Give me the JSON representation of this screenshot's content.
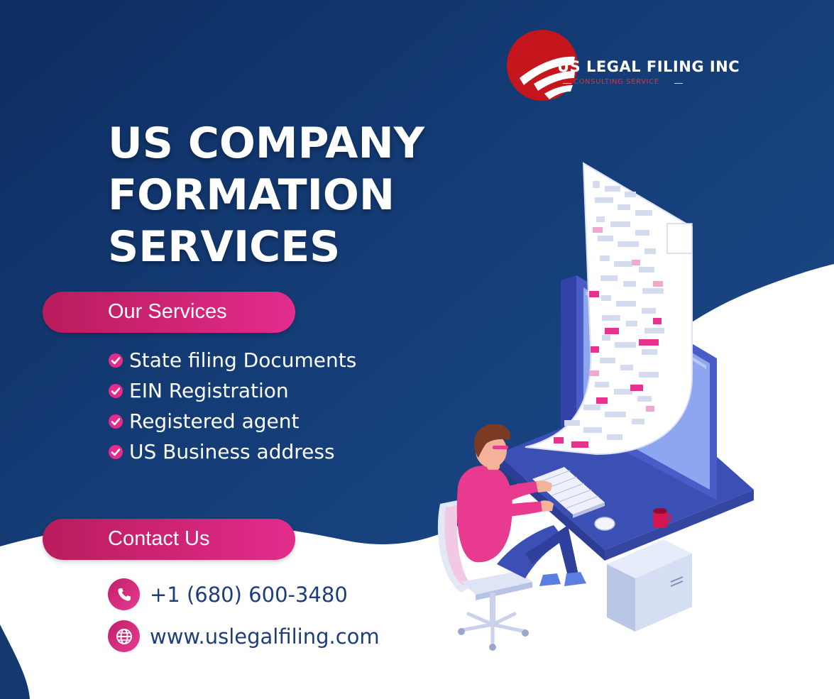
{
  "logo": {
    "name": "US LEGAL FILING INC",
    "tagline": "CONSULTING SERVICE"
  },
  "headline": [
    "US COMPANY",
    "FORMATION",
    "SERVICES"
  ],
  "services_section": {
    "label": "Our Services",
    "items": [
      "State filing Documents",
      "EIN Registration",
      "Registered agent",
      "US Business address"
    ]
  },
  "contact_section": {
    "label": "Contact Us",
    "phone": "+1 (680) 600-3480",
    "website": "www.uslegalfiling.com"
  },
  "icons": {
    "check": "check-circle-icon",
    "phone": "phone-icon",
    "web": "globe-icon"
  },
  "colors": {
    "navy": "#16407a",
    "navy_dark": "#0d2b5c",
    "pink": "#e32c8c",
    "pink_dark": "#b91c5c",
    "logo_red": "#c4161c",
    "contact_text": "#1d3e7c"
  }
}
